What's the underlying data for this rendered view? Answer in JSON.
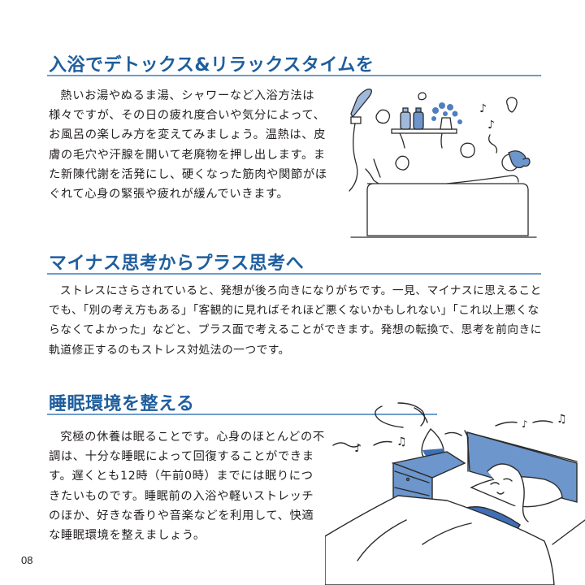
{
  "sections": [
    {
      "title": "入浴でデトックス&リラックスタイムを",
      "body": "熱いお湯やぬるま湯、シャワーなど入浴方法は様々ですが、その日の疲れ度合いや気分によって、お風呂の楽しみ方を変えてみましょう。温熱は、皮膚の毛穴や汗腺を開いて老廃物を押し出します。また新陳代謝を活発にし、硬くなった筋肉や関節がほぐれて心身の緊張や疲れが緩んでいきます。",
      "illustration": "bath-illustration"
    },
    {
      "title": "マイナス思考からプラス思考へ",
      "body": "ストレスにさらされていると、発想が後ろ向きになりがちです。一見、マイナスに思えることでも、「別の考え方もある」「客観的に見ればそれほど悪くないかもしれない」「これ以上悪くならなくてよかった」などと、プラス面で考えることができます。発想の転換で、思考を前向きに軌道修正するのもストレス対処法の一つです。"
    },
    {
      "title": "睡眠環境を整える",
      "body": "究極の休養は眠ることです。心身のほとんどの不調は、十分な睡眠によって回復することができます。遅くとも12時（午前0時）までには眠りにつきたいものです。睡眠前の入浴や軽いストレッチのほか、好きな香りや音楽などを利用して、快適な睡眠環境を整えましょう。",
      "illustration": "sleep-illustration"
    }
  ],
  "page_number": "08",
  "colors": {
    "heading": "#1f5e9e",
    "rule": "#6f9bcb",
    "accent_fill": "#6c96cc",
    "text": "#231f20"
  }
}
